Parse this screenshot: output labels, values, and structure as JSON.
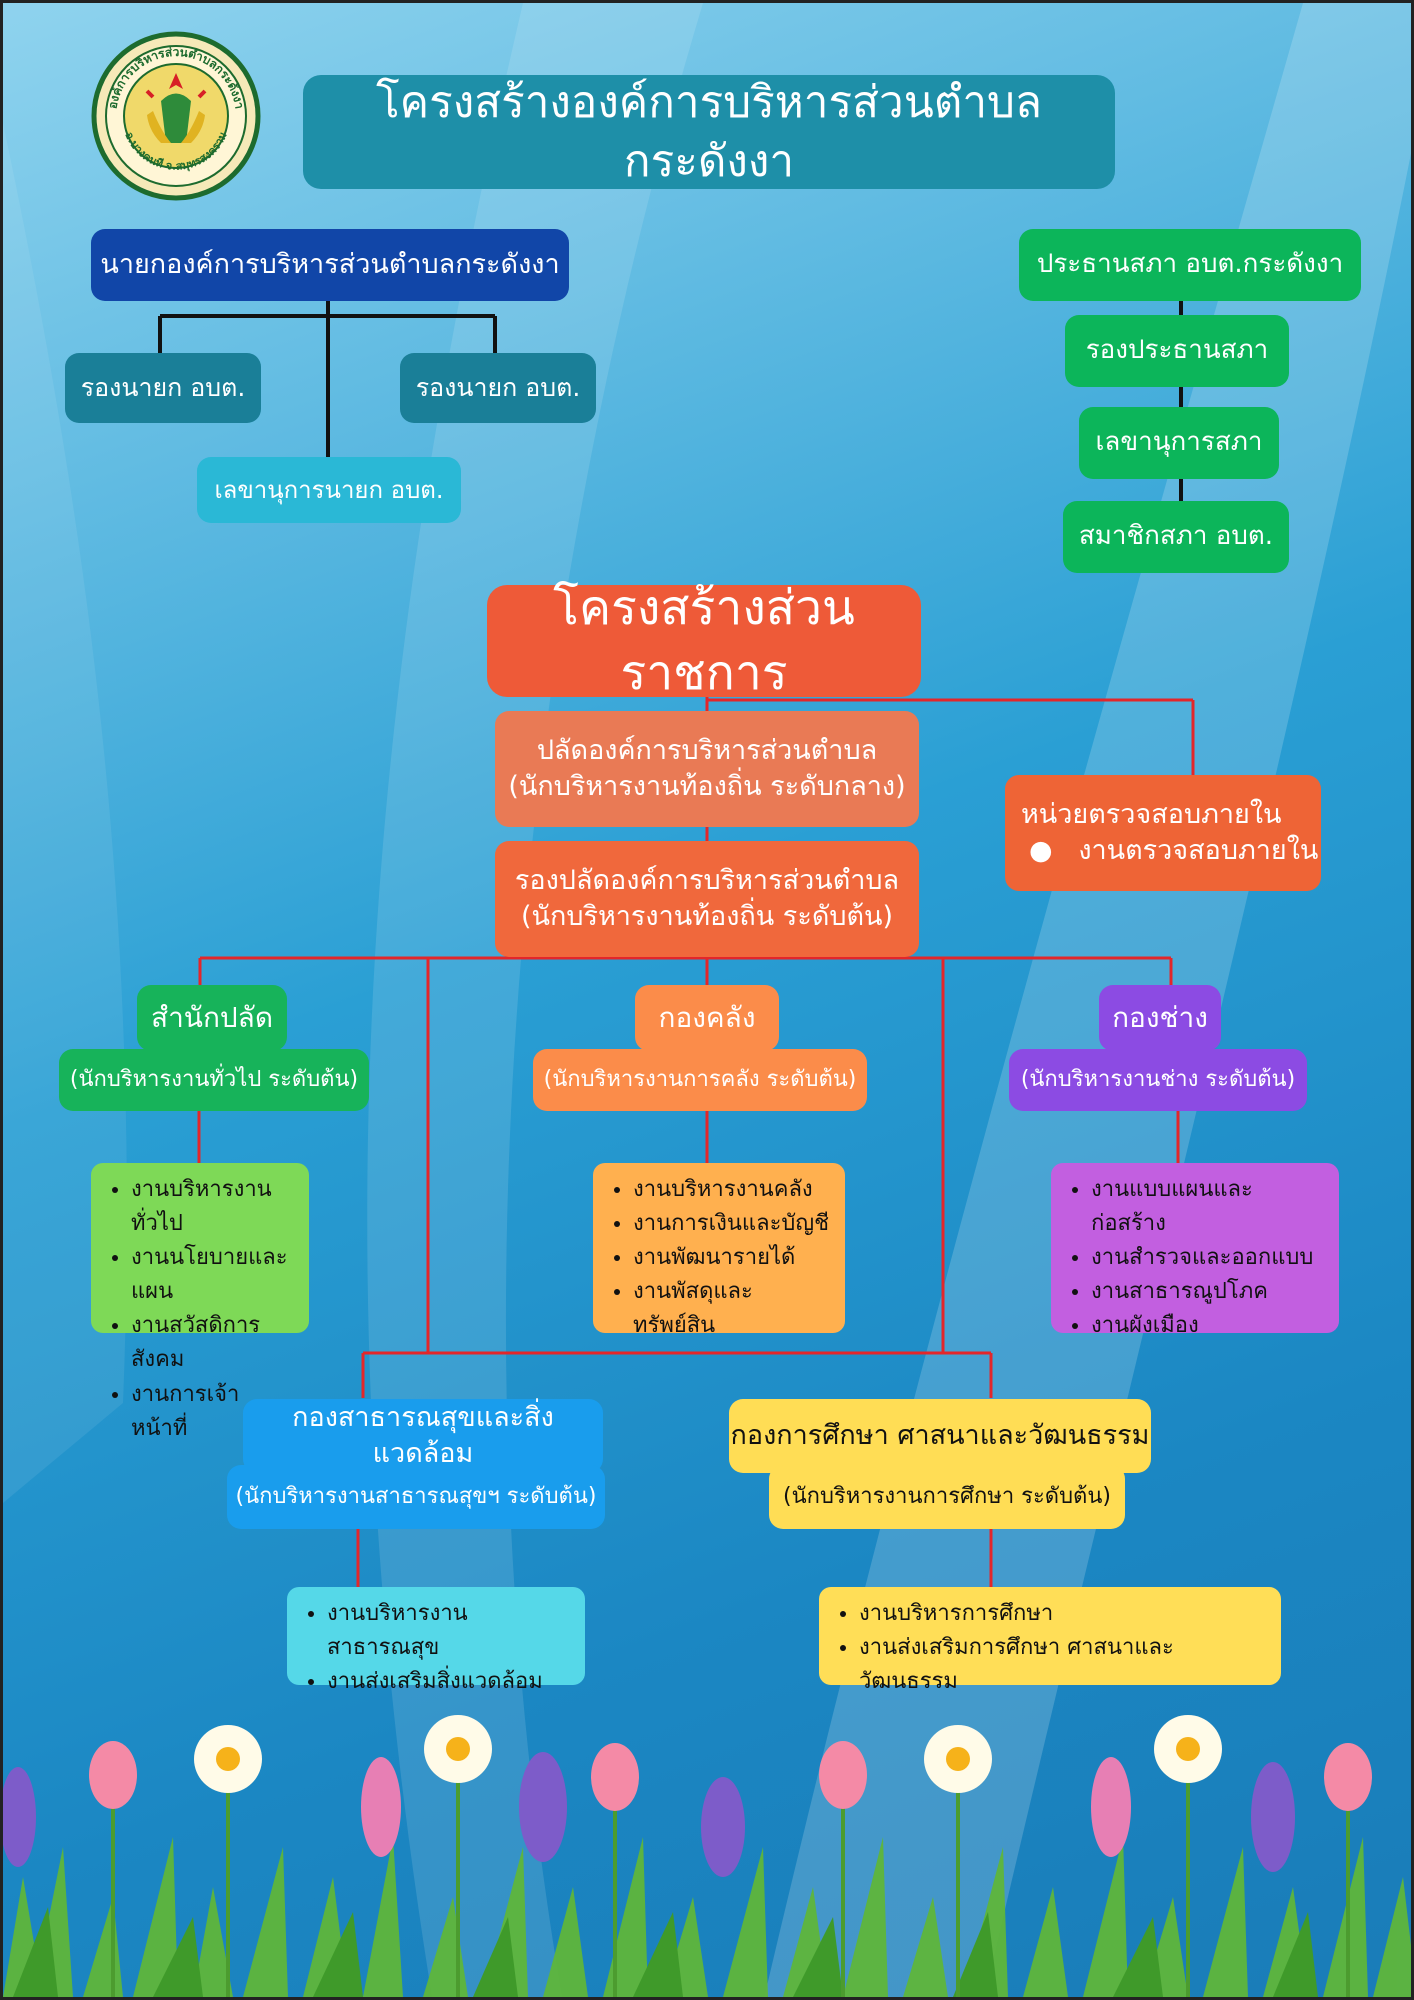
{
  "title": "โครงสร้างองค์การบริหารส่วนตำบลกระดังงา",
  "logo": {
    "ring_text_top": "องค์การบริหารส่วนตำบลกระดังงา",
    "ring_text_bottom": "อ.บางคนที จ.สมุทรสงคราม"
  },
  "executive": {
    "mayor": "นายกองค์การบริหารส่วนตำบลกระดังงา",
    "deputy_1": "รองนายก อบต.",
    "deputy_2": "รองนายก อบต.",
    "secretary": "เลขานุการนายก อบต."
  },
  "council": {
    "president": "ประธานสภา อบต.กระดังงา",
    "vice_president": "รองประธานสภา",
    "secretary": "เลขานุการสภา",
    "members": "สมาชิกสภา อบต."
  },
  "admin": {
    "heading": "โครงสร้างส่วนราชการ",
    "clerk_title": "ปลัดองค์การบริหารส่วนตำบล",
    "clerk_level": "(นักบริหารงานท้องถิ่น ระดับกลาง)",
    "deputy_clerk_title": "รองปลัดองค์การบริหารส่วนตำบล",
    "deputy_clerk_level": "(นักบริหารงานท้องถิ่น ระดับต้น)",
    "audit_title": "หน่วยตรวจสอบภายใน",
    "audit_item": "งานตรวจสอบภายใน"
  },
  "departments": {
    "office": {
      "name": "สำนักปลัด",
      "level": "(นักบริหารงานทั่วไป ระดับต้น)",
      "items": [
        "งานบริหารงานทั่วไป",
        "งานนโยบายและแผน",
        "งานสวัสดิการสังคม",
        "งานการเจ้าหน้าที่"
      ]
    },
    "finance": {
      "name": "กองคลัง",
      "level": "(นักบริหารงานการคลัง ระดับต้น)",
      "items": [
        "งานบริหารงานคลัง",
        "งานการเงินและบัญชี",
        "งานพัฒนารายได้",
        "งานพัสดุและทรัพย์สิน"
      ]
    },
    "engineering": {
      "name": "กองช่าง",
      "level": "(นักบริหารงานช่าง ระดับต้น)",
      "items": [
        "งานแบบแผนและก่อสร้าง",
        "งานสำรวจและออกแบบ",
        "งานสาธารณูปโภค",
        "งานผังเมือง"
      ]
    },
    "health": {
      "name": "กองสาธารณสุขและสิ่งแวดล้อม",
      "level": "(นักบริหารงานสาธารณสุขฯ ระดับต้น)",
      "items": [
        "งานบริหารงานสาธารณสุข",
        "งานส่งเสริมสิ่งแวดล้อม"
      ]
    },
    "education": {
      "name": "กองการศึกษา ศาสนาและวัฒนธรรม",
      "level": "(นักบริหารงานการศึกษา ระดับต้น)",
      "items": [
        "งานบริหารการศึกษา",
        "งานส่งเสริมการศึกษา ศาสนาและวัฒนธรรม"
      ]
    }
  },
  "colors": {
    "title_bg": "#1e8fa8",
    "mayor_bg": "#1146a8",
    "deputy_bg": "#1a7f98",
    "secretary_bg": "#2ab8d6",
    "council_bg": "#0cb55a",
    "heading_bg": "#ee5a38",
    "clerk_bg": "#e97a55",
    "office_bg": "#17b35a",
    "office_list_bg": "#7ed957",
    "finance_bg": "#fb8c4a",
    "finance_list_bg": "#ffb04f",
    "engineering_bg": "#8c4be3",
    "engineering_list_bg": "#c25fe0",
    "health_bg": "#199ded",
    "health_list_bg": "#55d8e8",
    "education_bg": "#ffdd55",
    "education_list_bg": "#ffde57",
    "connector_red": "#e3262a",
    "connector_black": "#111111"
  }
}
